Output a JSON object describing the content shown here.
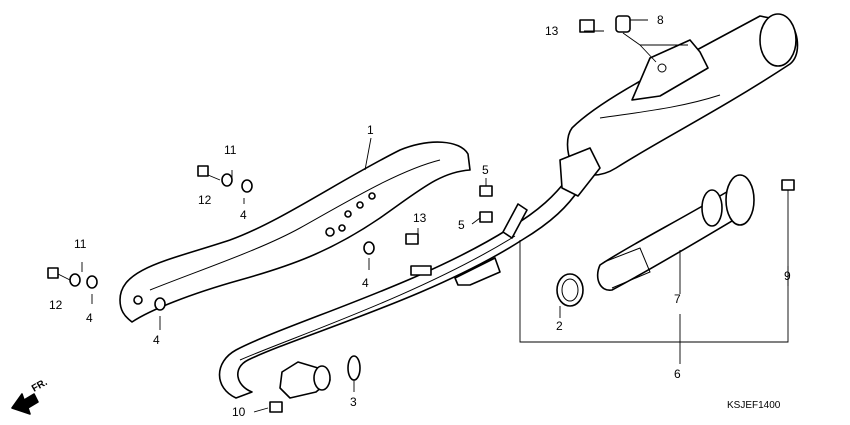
{
  "callouts": {
    "n1": "1",
    "n2": "2",
    "n3": "3",
    "n4a": "4",
    "n4b": "4",
    "n4c": "4",
    "n4d": "4",
    "n5a": "5",
    "n5b": "5",
    "n6": "6",
    "n7": "7",
    "n8": "8",
    "n9": "9",
    "n10": "10",
    "n11a": "11",
    "n11b": "11",
    "n12a": "12",
    "n12b": "12",
    "n13a": "13",
    "n13b": "13"
  },
  "direction_label": "FR.",
  "diagram_code": "KSJEF1400"
}
